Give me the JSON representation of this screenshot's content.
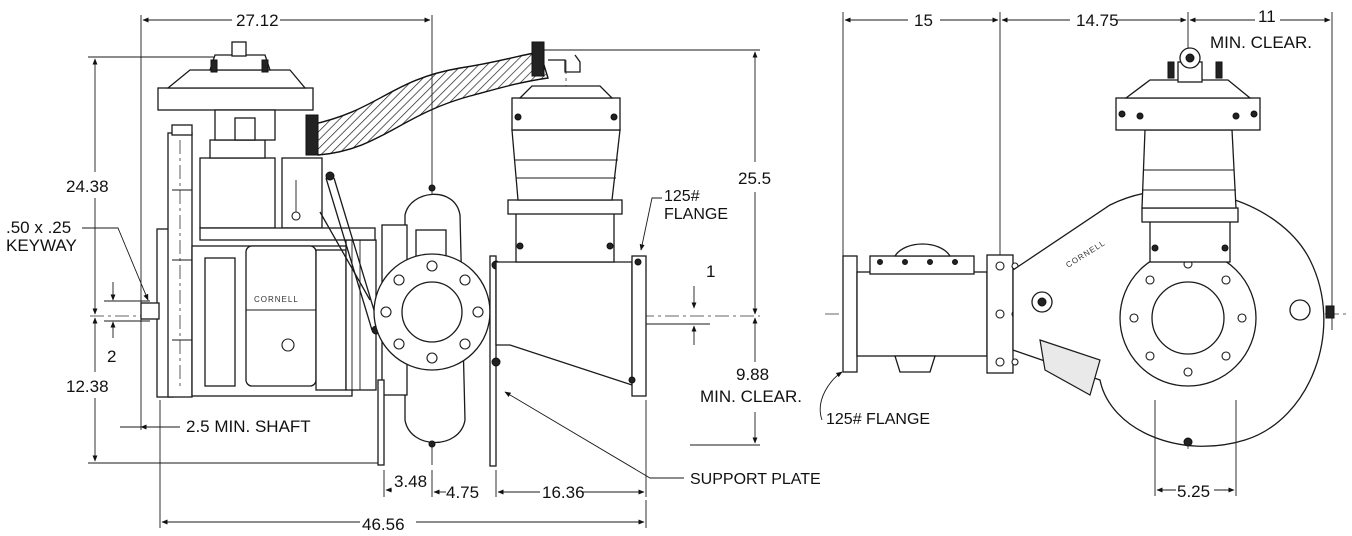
{
  "dimensions": {
    "d_27_12": "27.12",
    "d_24_38": "24.38",
    "d_25_5": "25.5",
    "d_keyway_1": ".50 x .25",
    "d_keyway_2": "KEYWAY",
    "d_2": "2",
    "d_12_38": "12.38",
    "d_1": "1",
    "d_9_88": "9.88",
    "d_min_clear_left": "MIN. CLEAR.",
    "d_3_48": "3.48",
    "d_4_75": "4.75",
    "d_16_36": "16.36",
    "d_46_56": "46.56",
    "d_15": "15",
    "d_14_75": "14.75",
    "d_11": "11",
    "d_min_clear_right": "MIN. CLEAR.",
    "d_5_25": "5.25"
  },
  "labels": {
    "flange_top_1": "125#",
    "flange_top_2": "FLANGE",
    "flange_bottom": "125# FLANGE",
    "min_shaft": "2.5 MIN. SHAFT",
    "support_plate": "SUPPORT PLATE",
    "brand_left": "CORNELL",
    "brand_right": "CORNELL"
  }
}
